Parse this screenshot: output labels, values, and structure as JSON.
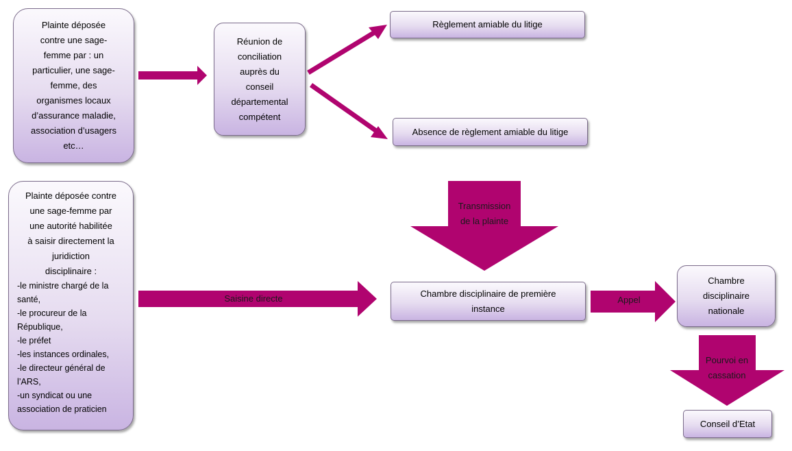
{
  "colors": {
    "arrow": "#b0046f",
    "box_top": "#fbf9fd",
    "box_bottom": "#c9b4e2",
    "box_border": "#7a6a8a"
  },
  "nodes": {
    "plainte_particulier": "Plainte déposée\ncontre une sage-\nfemme par : un\nparticulier,  une sage-\nfemme, des\norganismes locaux\nd’assurance maladie,\nassociation  d’usagers\netc…",
    "reunion_conciliation": "Réunion de\nconciliation\nauprès du\nconseil\ndépartemental\ncompétent",
    "reglement_amiable": "Règlement amiable  du litige",
    "absence_reglement": "Absence de règlement amiable  du litige",
    "plainte_autorite": {
      "heading": "Plainte déposée contre\nune sage-femme par\nune autorité  habilitée\nà saisir directement la\njuridiction\ndisciplinaire  :",
      "items": [
        "-le ministre chargé de la santé,",
        "-le procureur de la République,",
        "-le préfet",
        "-les instances ordinales,",
        "-le directeur général de l’ARS,",
        "-un syndicat ou une association de praticien"
      ]
    },
    "chambre_premiere_instance": "Chambre  disciplinaire  de première\ninstance",
    "chambre_nationale": "Chambre\ndisciplinaire\nnationale",
    "conseil_etat": "Conseil  d’Etat"
  },
  "arrow_labels": {
    "transmission": "Transmission\nde la plainte",
    "saisine": "Saisine  directe",
    "appel": "Appel",
    "pourvoi": "Pourvoi en\ncassation"
  }
}
